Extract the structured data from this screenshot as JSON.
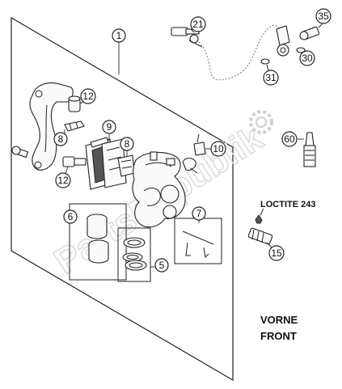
{
  "callouts": {
    "c1": "1",
    "c5": "5",
    "c6": "6",
    "c7": "7",
    "c8a": "8",
    "c8b": "8",
    "c9": "9",
    "c10": "10",
    "c12a": "12",
    "c12b": "12",
    "c15": "15",
    "c21": "21",
    "c30": "30",
    "c31": "31",
    "c35": "35",
    "c60": "60"
  },
  "loctite_label": "LOCTITE 243",
  "front_label": {
    "line1": "VORNE",
    "line2": "FRONT"
  },
  "watermark_text": "PartsRepublik"
}
